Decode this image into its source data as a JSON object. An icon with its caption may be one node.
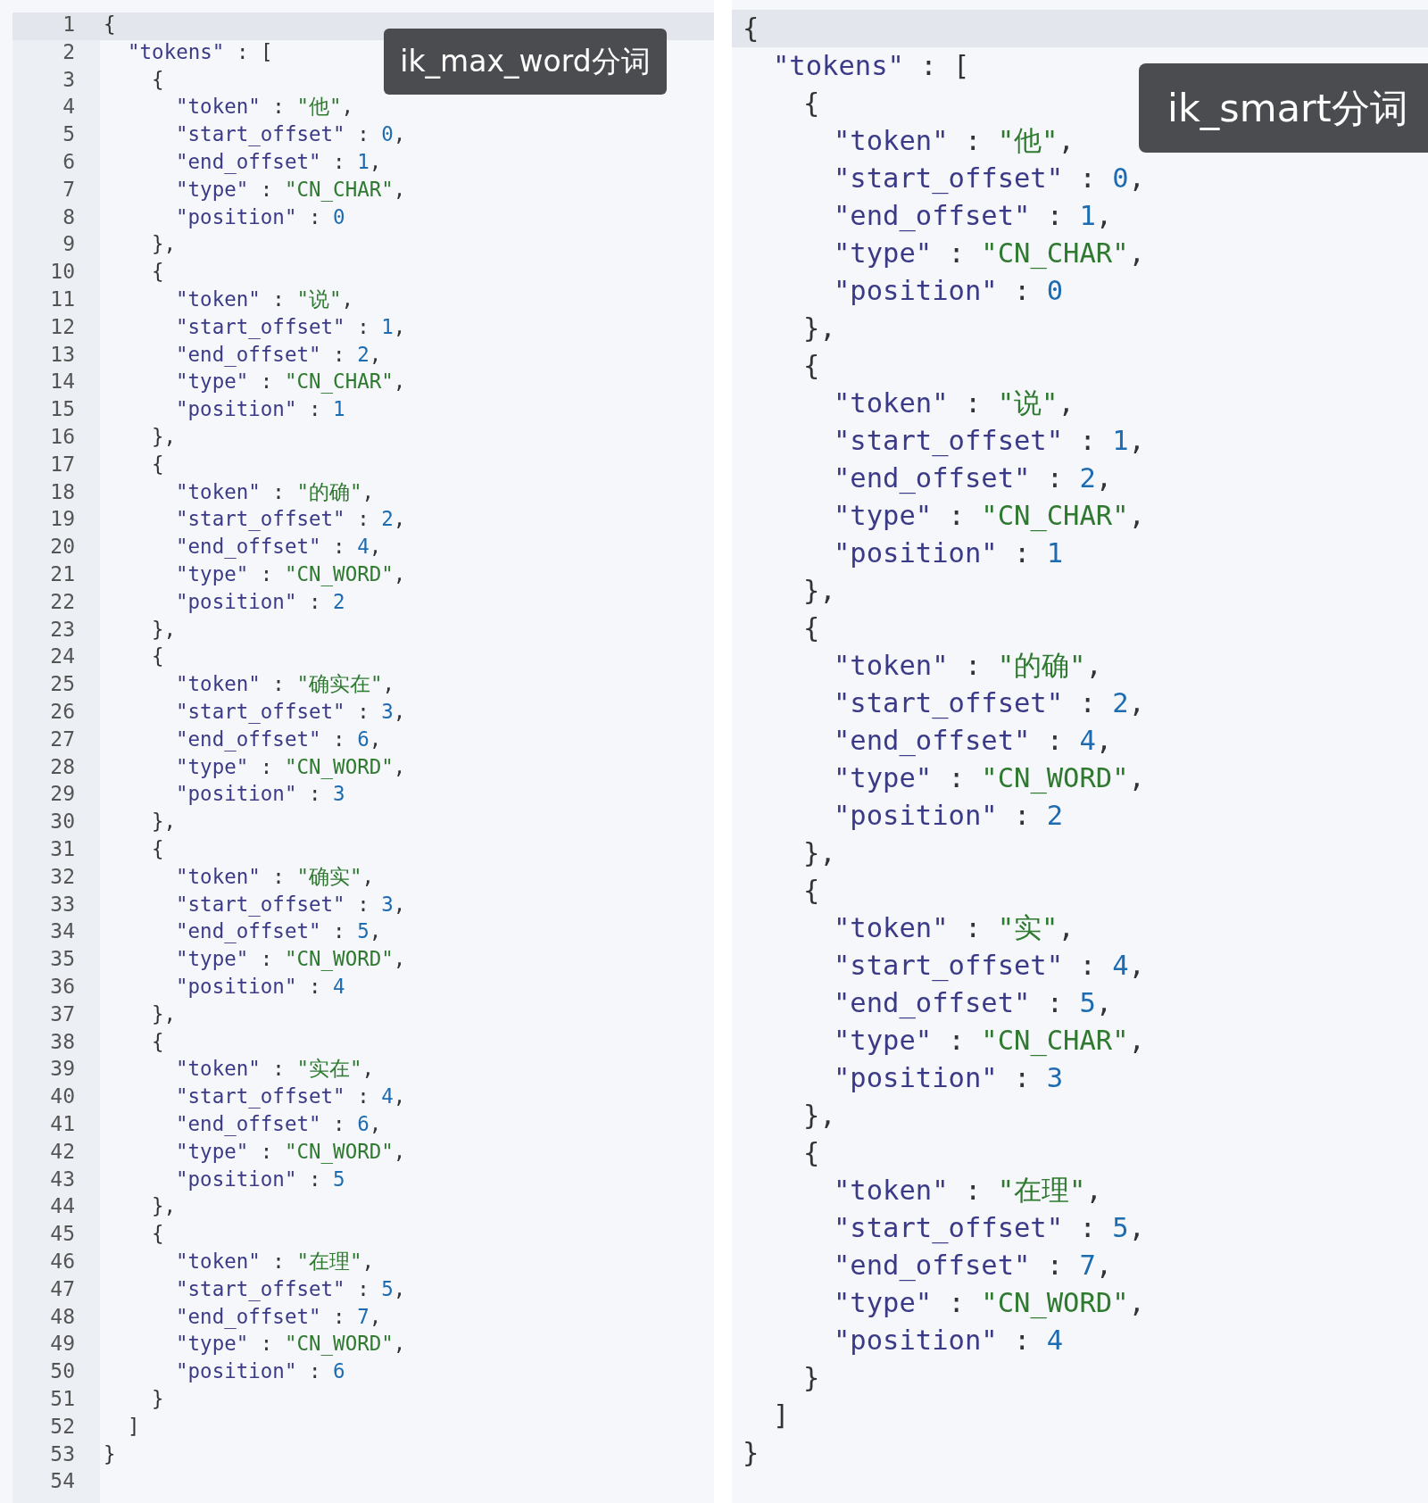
{
  "diagram": {
    "nodes": [
      {
        "text": [
          "ik_max_word分词"
        ]
      },
      {
        "text": [
          "ik_smart分词"
        ]
      }
    ],
    "labels": [
      "1",
      "2",
      "3",
      "4",
      "5",
      "6",
      "7",
      "8",
      "9",
      "10",
      "11",
      "12",
      "13",
      "14",
      "15",
      "16",
      "17",
      "18",
      "19",
      "20",
      "21",
      "22",
      "23",
      "24",
      "25",
      "26",
      "27",
      "28",
      "29",
      "30",
      "31",
      "32",
      "33",
      "34",
      "35",
      "36",
      "37",
      "38",
      "39",
      "40",
      "41",
      "42",
      "43",
      "44",
      "45",
      "46",
      "47",
      "48",
      "49",
      "50",
      "51",
      "52",
      "53",
      "54",
      "{",
      "\"tokens\" : [",
      "{",
      "\"token\" : \"他\",",
      "\"start_offset\" : 0,",
      "\"end_offset\" : 1,",
      "\"type\" : \"CN_CHAR\",",
      "\"position\" : 0",
      "},",
      "{",
      "\"token\" : \"说\",",
      "\"start_offset\" : 1,",
      "\"end_offset\" : 2,",
      "\"type\" : \"CN_CHAR\",",
      "\"position\" : 1",
      "},",
      "{",
      "\"token\" : \"的确\",",
      "\"start_offset\" : 2,",
      "\"end_offset\" : 4,",
      "\"type\" : \"CN_WORD\",",
      "\"position\" : 2",
      "},",
      "{",
      "\"token\" : \"确实在\",",
      "\"start_offset\" : 3,",
      "\"end_offset\" : 6,",
      "\"type\" : \"CN_WORD\",",
      "\"position\" : 3",
      "},",
      "{",
      "\"token\" : \"确实\",",
      "\"start_offset\" : 3,",
      "\"end_offset\" : 5,",
      "\"type\" : \"CN_WORD\",",
      "\"position\" : 4",
      "},",
      "{",
      "\"token\" : \"实在\",",
      "\"start_offset\" : 4,",
      "\"end_offset\" : 6,",
      "\"type\" : \"CN_WORD\",",
      "\"position\" : 5",
      "},",
      "{",
      "\"token\" : \"在理\",",
      "\"start_offset\" : 5,",
      "\"end_offset\" : 7,",
      "\"type\" : \"CN_WORD\",",
      "\"position\" : 6",
      "}",
      "]",
      "}",
      "{",
      "\"tokens\" : [",
      "{",
      "\"token\" : \"他\",",
      "\"start_offset\" : 0,",
      "\"end_offset\" : 1,",
      "\"type\" : \"CN_CHAR\",",
      "\"position\" : 0",
      "},",
      "{",
      "\"token\" : \"说\",",
      "\"start_offset\" : 1,",
      "\"end_offset\" : 2,",
      "\"type\" : \"CN_CHAR\",",
      "\"position\" : 1",
      "},",
      "{",
      "\"token\" : \"的确\",",
      "\"start_offset\" : 2,",
      "\"end_offset\" : 4,",
      "\"type\" : \"CN_WORD\",",
      "\"position\" : 2",
      "},",
      "{",
      "\"token\" : \"实\",",
      "\"start_offset\" : 4,",
      "\"end_offset\" : 5,",
      "\"type\" : \"CN_CHAR\",",
      "\"position\" : 3",
      "},",
      "{",
      "\"token\" : \"在理\",",
      "\"start_offset\" : 5,",
      "\"end_offset\" : 7,",
      "\"type\" : \"CN_WORD\",",
      "\"position\" : 4",
      "}",
      "]",
      "}"
    ]
  }
}
